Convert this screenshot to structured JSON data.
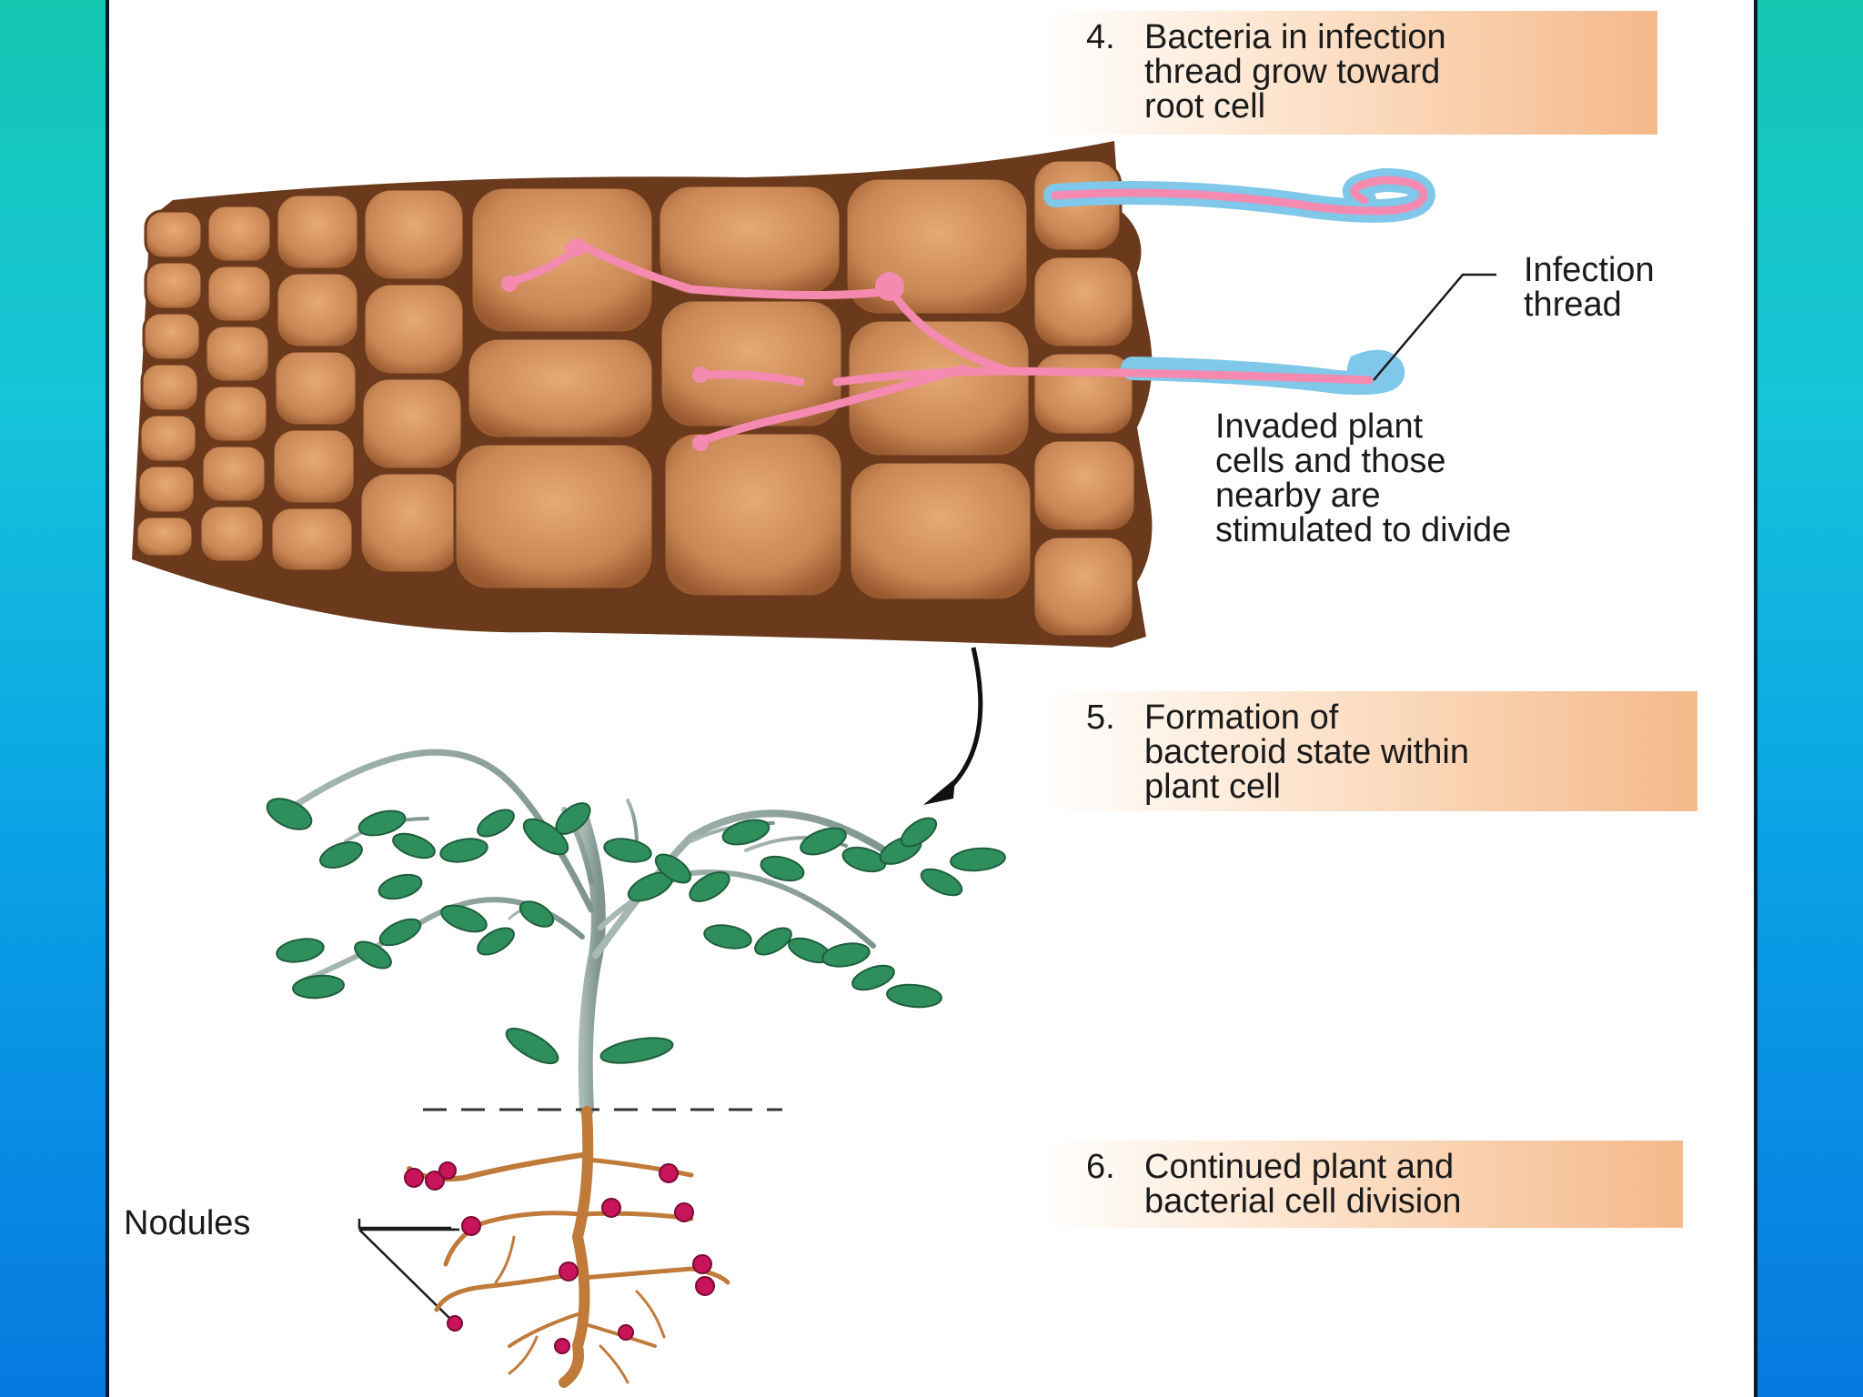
{
  "steps": [
    {
      "number": "4.",
      "text": "Bacteria in infection\nthread grow toward\nroot cell"
    },
    {
      "number": "5.",
      "text": "Formation of\nbacteroid state within\nplant cell"
    },
    {
      "number": "6.",
      "text": "Continued plant and\nbacterial cell division"
    }
  ],
  "labels": {
    "infection_thread": "Infection\nthread",
    "invaded_cells": "Invaded plant\ncells and those\nnearby are\nstimulated to divide",
    "nodules": "Nodules"
  },
  "colors": {
    "background_top": "#16c7b2",
    "background_bottom": "#0779e0",
    "root_tissue": "#c98755",
    "cell_wall": "#6b3a1c",
    "infection_thread": "#f48ab0",
    "root_hair_sheath": "#7fc8ea",
    "leaf": "#2f8f5c",
    "stem": "#8fa6a0",
    "root": "#c07a3a",
    "nodule": "#c8145a",
    "step_box_accent": "#f4b98a"
  }
}
